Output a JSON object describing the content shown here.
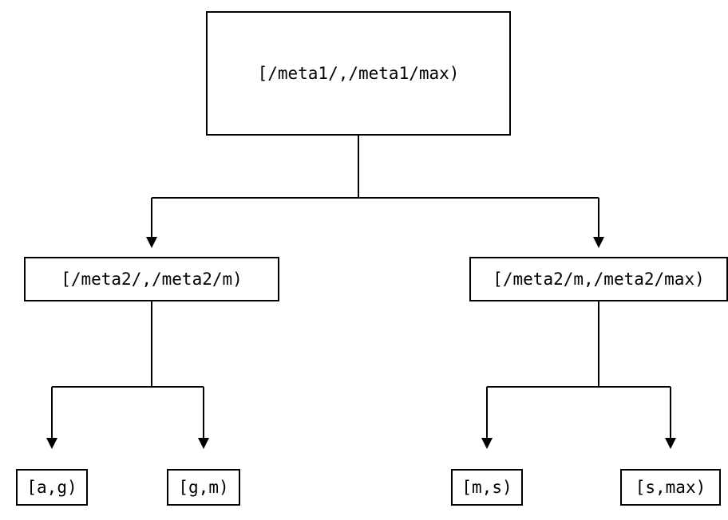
{
  "diagram": {
    "type": "tree",
    "line_color": "#000000",
    "background_color": "#ffffff",
    "root": {
      "label": "[/meta1/,/meta1/max)"
    },
    "level2": [
      {
        "label": "[/meta2/,/meta2/m)"
      },
      {
        "label": "[/meta2/m,/meta2/max)"
      }
    ],
    "leaves": [
      {
        "label": "[a,g)"
      },
      {
        "label": "[g,m)"
      },
      {
        "label": "[m,s)"
      },
      {
        "label": "[s,max)"
      }
    ]
  }
}
